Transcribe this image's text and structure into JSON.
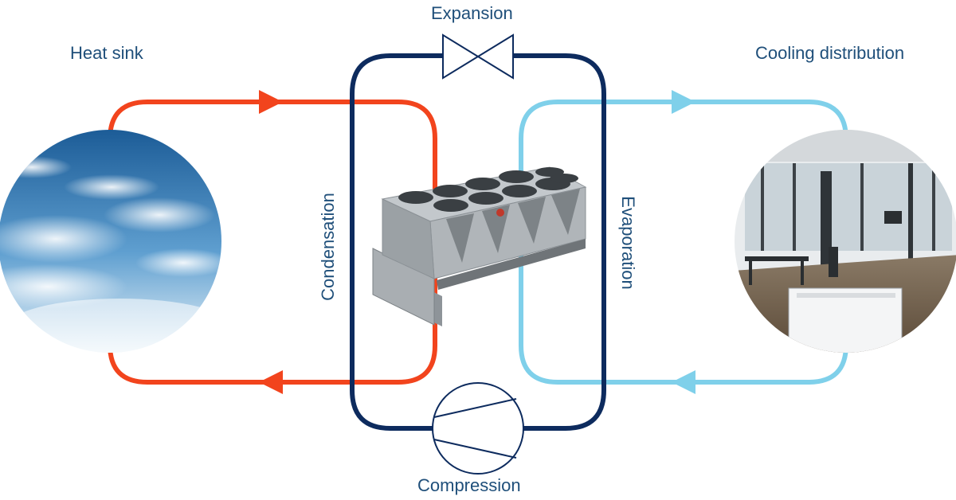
{
  "labels": {
    "heat_sink": "Heat sink",
    "cooling_distribution": "Cooling distribution",
    "expansion": "Expansion",
    "compression": "Compression",
    "condensation": "Condensation",
    "evaporation": "Evaporation"
  },
  "colors": {
    "text": "#1f4f7a",
    "refrigerant_loop": "#0d2b5e",
    "hot_loop": "#f2441d",
    "cold_loop": "#7fd0ea",
    "sky_top": "#1c5c97",
    "sky_bottom": "#e9f3f9",
    "chiller_body": "#b9bec3"
  },
  "icons": {
    "expansion_valve": "expansion-valve-icon",
    "compressor": "compressor-icon",
    "sky_image": "sky-image",
    "office_image": "office-interior-image",
    "chiller_image": "chiller-unit-image"
  }
}
